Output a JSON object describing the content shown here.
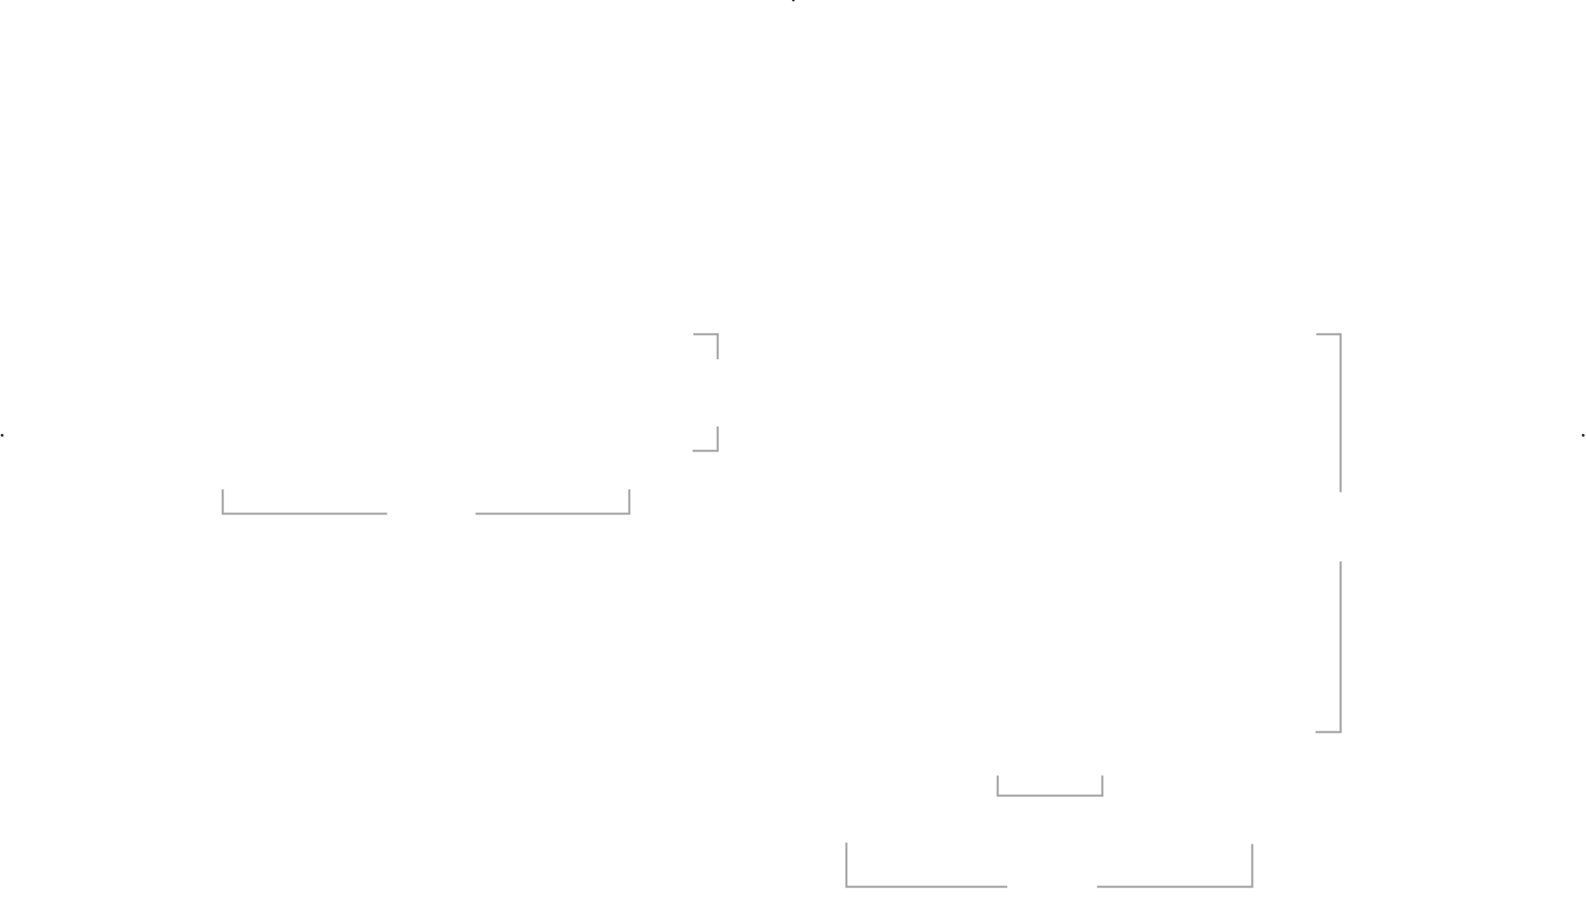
{
  "colors": {
    "background": "#ffffff",
    "bracket_stroke": "#a6a6a6",
    "marker": "#333333"
  },
  "elements": [
    {
      "name": "bracket-top-right-small-upper",
      "kind": "bracket"
    },
    {
      "name": "bracket-bottom-right-small-upper",
      "kind": "bracket"
    },
    {
      "name": "bracket-bottom-left-group-a-left",
      "kind": "bracket"
    },
    {
      "name": "bracket-bottom-left-group-a-right",
      "kind": "bracket"
    },
    {
      "name": "bracket-right-tall-upper",
      "kind": "bracket"
    },
    {
      "name": "bracket-right-tall-lower",
      "kind": "bracket"
    },
    {
      "name": "bracket-bottom-small-center",
      "kind": "bracket"
    },
    {
      "name": "bracket-bottom-group-b-left",
      "kind": "bracket"
    },
    {
      "name": "bracket-bottom-group-b-right",
      "kind": "bracket"
    },
    {
      "name": "marker-dot-left",
      "kind": "marker"
    },
    {
      "name": "marker-dot-right",
      "kind": "marker"
    },
    {
      "name": "marker-dot-top",
      "kind": "marker"
    }
  ]
}
